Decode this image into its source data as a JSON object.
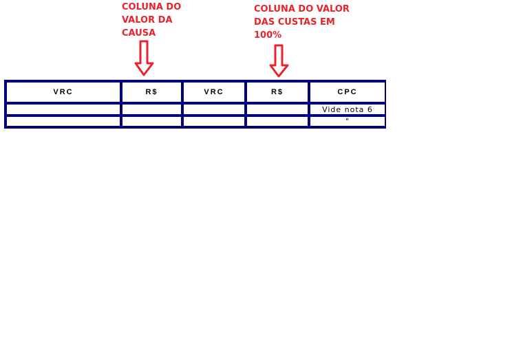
{
  "annotations": {
    "valor_causa": "COLUNA DO\nVALOR DA\nCAUSA",
    "valor_custas": "COLUNA DO VALOR\nDAS CUSTAS EM\n100%"
  },
  "table": {
    "headers": [
      "VRC",
      "R$",
      "VRC",
      "R$",
      "CPC"
    ],
    "rows": [
      [
        "",
        "",
        "",
        "",
        "Vide nota 6"
      ],
      [
        "",
        "",
        "",
        "",
        "\""
      ]
    ]
  },
  "colors": {
    "border": "#00007b",
    "annotation": "#e8232a"
  }
}
